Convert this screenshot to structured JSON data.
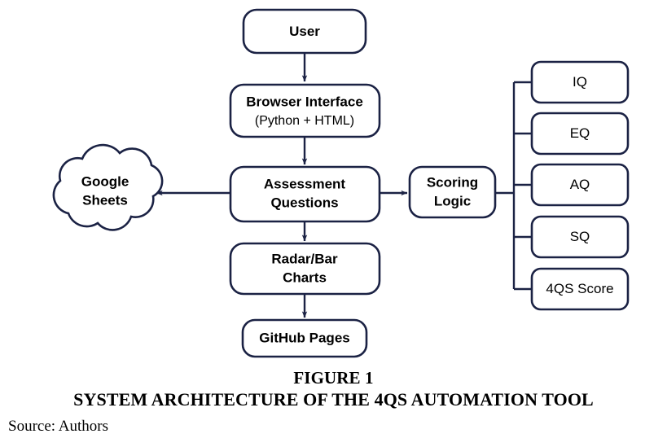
{
  "figure": {
    "caption_label": "FIGURE 1",
    "caption_title": "SYSTEM ARCHITECTURE OF THE 4QS AUTOMATION TOOL",
    "source": "Source: Authors"
  },
  "style": {
    "stroke": "#1b2244",
    "fill": "#ffffff",
    "text": "#000000",
    "background": "#ffffff"
  },
  "diagram": {
    "type": "flowchart",
    "nodes": [
      {
        "id": "user",
        "label": "User",
        "shape": "rounded-rectangle",
        "bold": true
      },
      {
        "id": "browser-interface",
        "label": "Browser Interface",
        "sublabel": "(Python + HTML)",
        "shape": "rounded-rectangle",
        "bold": true
      },
      {
        "id": "assessment-questions",
        "label_line1": "Assessment",
        "label_line2": "Questions",
        "shape": "rounded-rectangle",
        "bold": true
      },
      {
        "id": "google-sheets",
        "label_line1": "Google",
        "label_line2": "Sheets",
        "shape": "cloud",
        "bold": true
      },
      {
        "id": "scoring-logic",
        "label_line1": "Scoring",
        "label_line2": "Logic",
        "shape": "rounded-rectangle",
        "bold": true
      },
      {
        "id": "radar-bar-charts",
        "label_line1": "Radar/Bar",
        "label_line2": "Charts",
        "shape": "rounded-rectangle",
        "bold": true
      },
      {
        "id": "github-pages",
        "label": "GitHub Pages",
        "shape": "rounded-rectangle",
        "bold": true
      }
    ],
    "score_nodes": [
      {
        "id": "iq",
        "label": "IQ"
      },
      {
        "id": "eq",
        "label": "EQ"
      },
      {
        "id": "aq",
        "label": "AQ"
      },
      {
        "id": "sq",
        "label": "SQ"
      },
      {
        "id": "4qs-score",
        "label": "4QS Score"
      }
    ],
    "edges": [
      {
        "from": "user",
        "to": "browser-interface",
        "arrow": true,
        "direction": "down"
      },
      {
        "from": "browser-interface",
        "to": "assessment-questions",
        "arrow": true,
        "direction": "down"
      },
      {
        "from": "assessment-questions",
        "to": "google-sheets",
        "arrow": true,
        "direction": "left"
      },
      {
        "from": "assessment-questions",
        "to": "scoring-logic",
        "arrow": true,
        "direction": "right"
      },
      {
        "from": "assessment-questions",
        "to": "radar-bar-charts",
        "arrow": true,
        "direction": "down"
      },
      {
        "from": "radar-bar-charts",
        "to": "github-pages",
        "arrow": true,
        "direction": "down"
      },
      {
        "from": "scoring-logic",
        "to": "iq",
        "arrow": false,
        "direction": "right-bus"
      },
      {
        "from": "scoring-logic",
        "to": "eq",
        "arrow": false,
        "direction": "right-bus"
      },
      {
        "from": "scoring-logic",
        "to": "aq",
        "arrow": false,
        "direction": "right-bus"
      },
      {
        "from": "scoring-logic",
        "to": "sq",
        "arrow": false,
        "direction": "right-bus"
      },
      {
        "from": "scoring-logic",
        "to": "4qs-score",
        "arrow": false,
        "direction": "right-bus"
      }
    ]
  }
}
